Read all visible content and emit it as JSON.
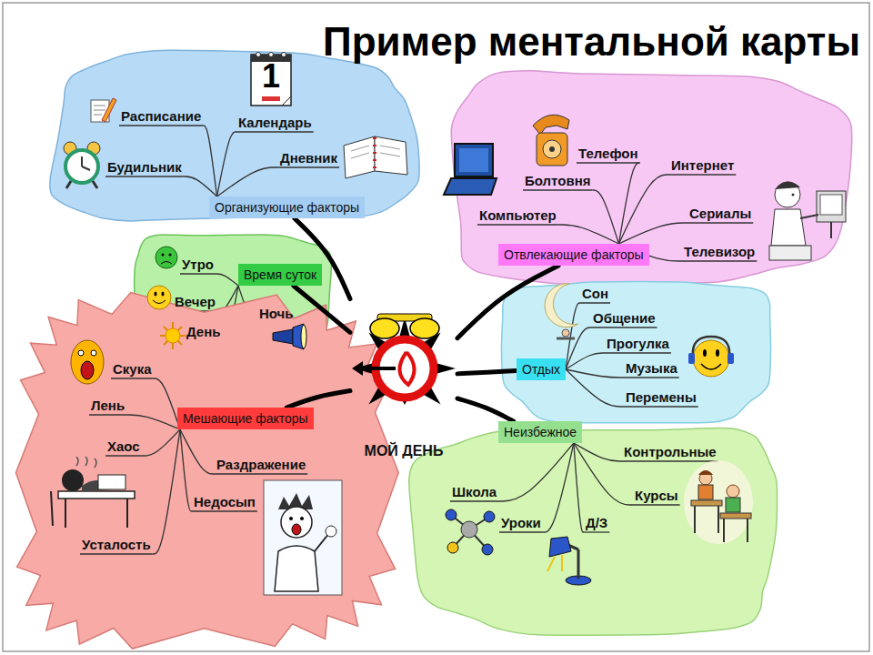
{
  "diagram": {
    "title": "Пример ментальной карты",
    "nodes": [
      {
        "text": [
          "Расписание",
          "Календарь",
          "Дневник",
          "Будильник"
        ]
      },
      {
        "text": [
          "Организующие факторы"
        ],
        "in": 0
      },
      {
        "text": [
          "Телефон",
          "Интернет",
          "Болтовня",
          "Сериалы",
          "Компьютер",
          "Телевизор"
        ]
      },
      {
        "text": [
          "Отвлекающие факторы"
        ],
        "in": 2
      },
      {
        "text": [
          "Утро",
          "Вечер",
          "Ночь",
          "День"
        ]
      },
      {
        "text": [
          "Время суток"
        ],
        "in": 4
      },
      {
        "text": [
          "Сон",
          "Общение",
          "Прогулка",
          "Музыка",
          "Перемены"
        ]
      },
      {
        "text": [
          "Отдых"
        ],
        "in": 6
      },
      {
        "text": [
          "МОЙ ДЕНЬ"
        ]
      },
      {
        "text": [
          "Скука",
          "Лень",
          "Хаос",
          "Раздражение",
          "Недосып",
          "Усталость"
        ]
      },
      {
        "text": [
          "Мешающие факторы"
        ],
        "in": 9
      },
      {
        "text": [
          "Контрольные",
          "Школа",
          "Курсы",
          "Уроки",
          "Д/З"
        ]
      },
      {
        "text": [
          "Неизбежное"
        ],
        "in": 11
      }
    ],
    "edges": [
      {
        "from": 8,
        "to": 1,
        "arrow": "none"
      },
      {
        "from": 8,
        "to": 3,
        "arrow": "none"
      },
      {
        "from": 8,
        "to": 5,
        "arrow": "none"
      },
      {
        "from": 8,
        "to": 7,
        "arrow": "none"
      },
      {
        "from": 8,
        "to": 10,
        "arrow": "none"
      },
      {
        "from": 8,
        "to": 12,
        "arrow": "none"
      }
    ],
    "labels": [
      "1"
    ]
  }
}
